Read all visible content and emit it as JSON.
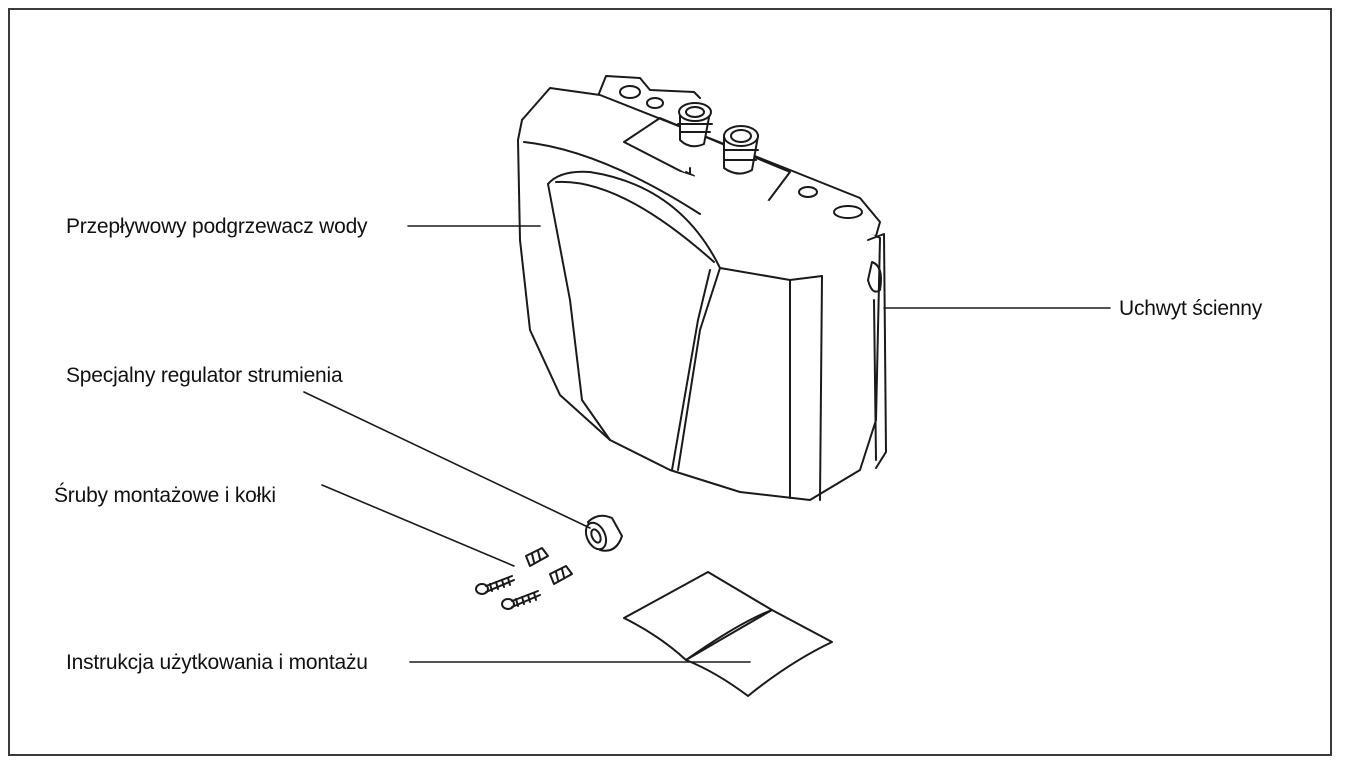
{
  "labels": {
    "heater": "Przepływowy podgrzewacz wody",
    "bracket": "Uchwyt ścienny",
    "regulator": "Specjalny regulator strumienia",
    "screws": "Śruby montażowe i kołki",
    "manual": "Instrukcja użytkowania i montażu"
  },
  "colors": {
    "line": "#1a1a1a",
    "frame": "#3a3a3a",
    "background": "#ffffff"
  }
}
